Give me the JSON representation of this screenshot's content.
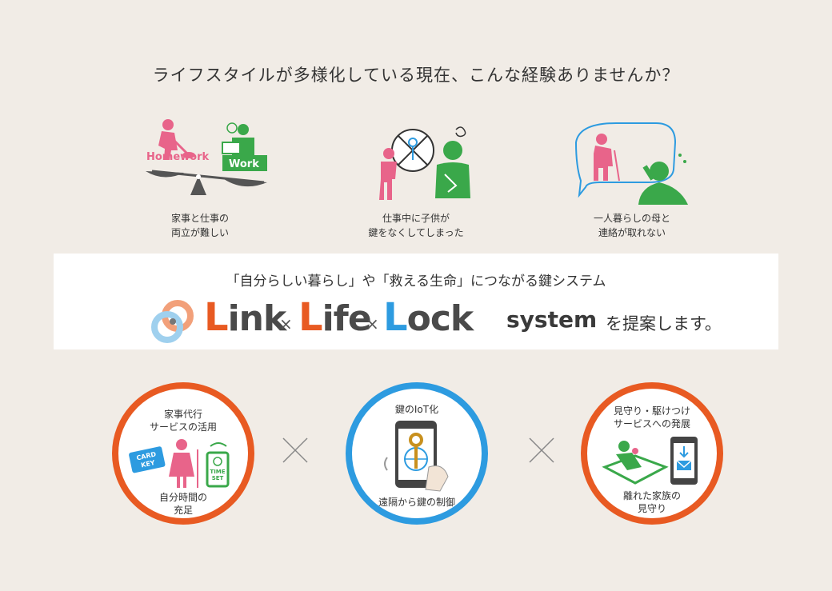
{
  "heading": "ライフスタイルが多様化している現在、こんな経験ありませんか？",
  "problems": [
    {
      "label_homework": "Homework",
      "label_work": "Work",
      "caption": [
        "家事と仕事の",
        "両立が難しい"
      ]
    },
    {
      "caption": [
        "仕事中に子供が",
        "鍵をなくしてしまった"
      ]
    },
    {
      "caption": [
        "一人暮らしの母と",
        "連絡が取れない"
      ]
    }
  ],
  "banner": {
    "sub": "「自分らしい暮らし」や「救える生命」につながる鍵システム",
    "brand": [
      {
        "first": "L",
        "rest": "ink",
        "color": "#e85a22"
      },
      {
        "first": "L",
        "rest": "ife",
        "color": "#e85a22"
      },
      {
        "first": "L",
        "rest": "ock",
        "color": "#2d9be0"
      }
    ],
    "cross": "×",
    "system": "system",
    "propose": "を提案します。"
  },
  "solutions": [
    {
      "top": [
        "家事代行",
        "サービスの活用"
      ],
      "bottom": [
        "自分時間の",
        "充足"
      ],
      "card": [
        "CARD",
        "KEY"
      ],
      "timeset": [
        "TIME",
        "SET"
      ],
      "ring_color": "#e85a22"
    },
    {
      "top": [
        "鍵のIoT化"
      ],
      "bottom": [
        "遠隔から鍵の制御"
      ],
      "ring_color": "#2d9be0"
    },
    {
      "top": [
        "見守り・駆けつけ",
        "サービスへの発展"
      ],
      "bottom": [
        "離れた家族の",
        "見守り"
      ],
      "ring_color": "#e85a22"
    }
  ],
  "colors": {
    "pink": "#e8648a",
    "green": "#3aa84a",
    "orange": "#e85a22",
    "blue": "#2d9be0"
  }
}
